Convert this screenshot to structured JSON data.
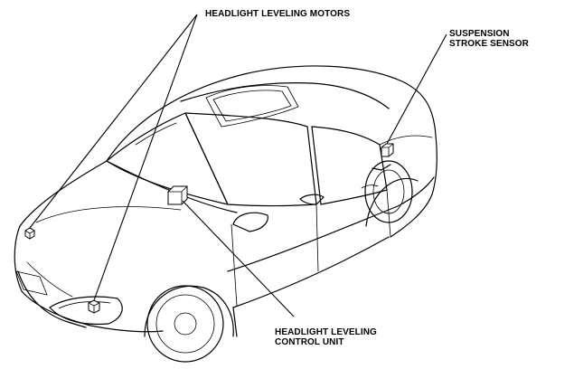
{
  "labels": {
    "headlight_leveling_motors": "HEADLIGHT LEVELING MOTORS",
    "suspension_stroke_sensor": [
      "SUSPENSION",
      "STROKE SENSOR"
    ],
    "headlight_leveling_control_unit": [
      "HEADLIGHT LEVELING",
      "CONTROL UNIT"
    ]
  },
  "colors": {
    "line": "#000000",
    "background": "#ffffff"
  }
}
